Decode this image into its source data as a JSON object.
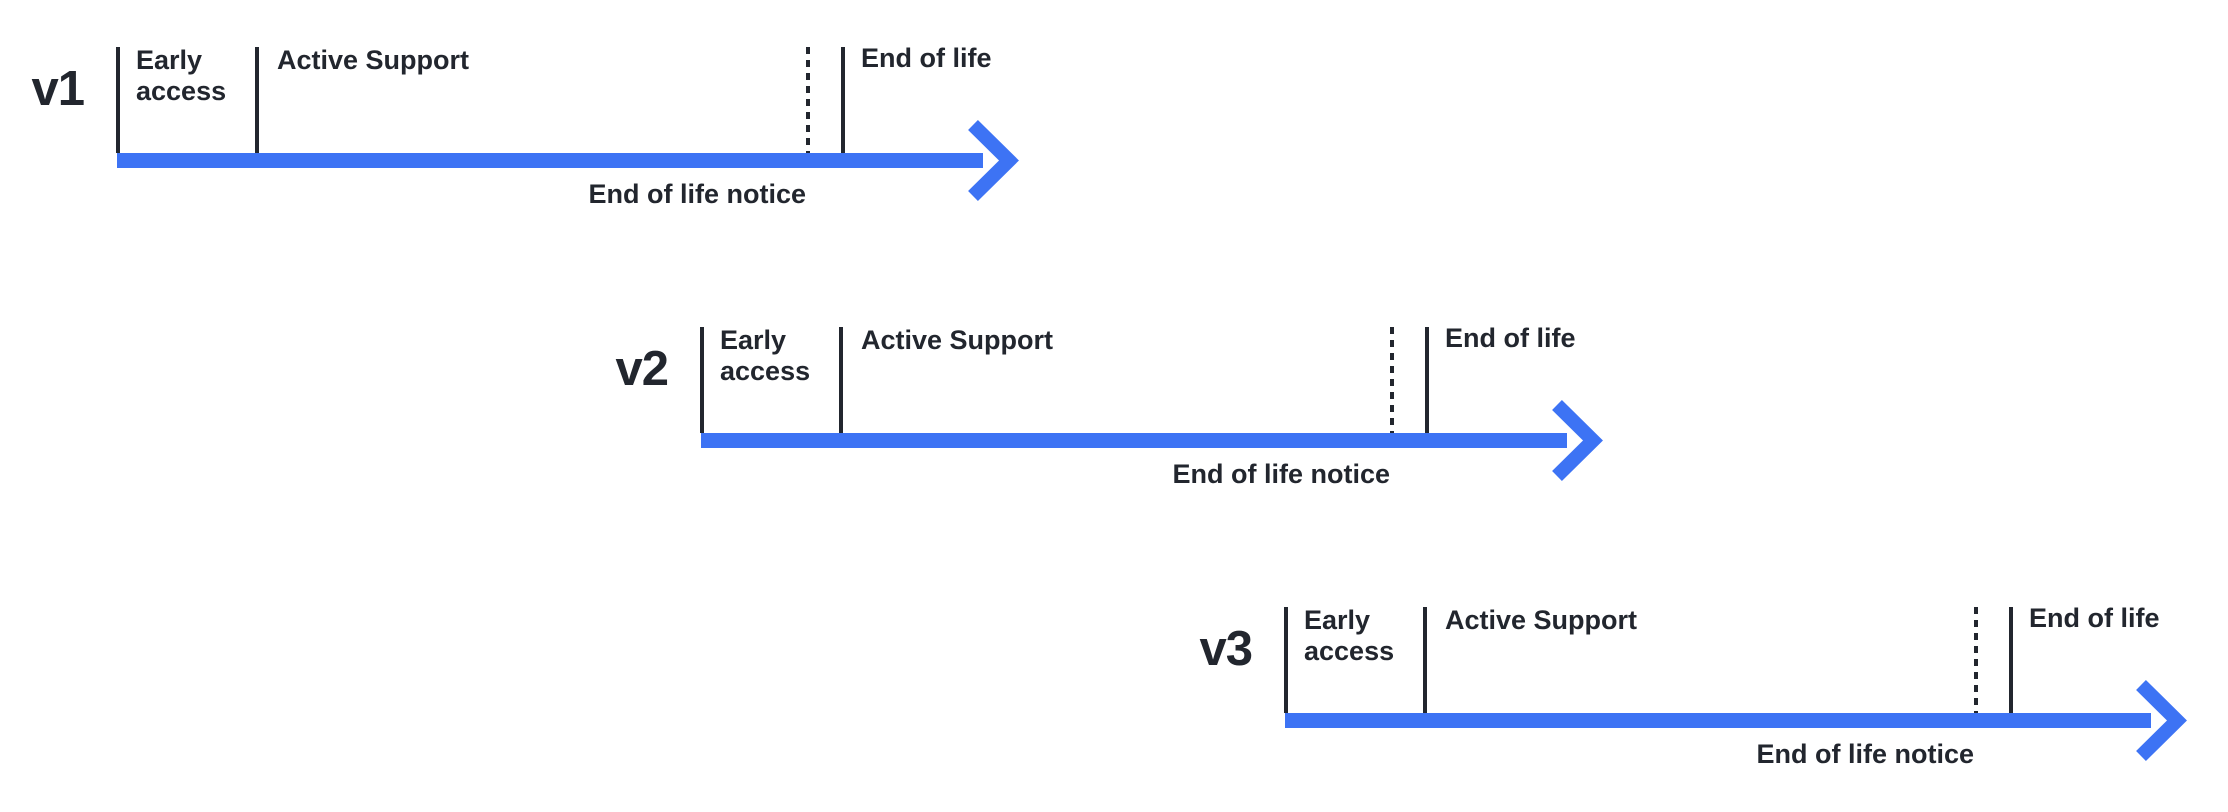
{
  "diagram": {
    "type": "version-lifecycle-timelines",
    "background_color": "#FFFFFF",
    "accent_color": "#3D73F4",
    "ink_color": "#22262E",
    "rows": [
      {
        "version": "v1",
        "early_access_label": "Early access",
        "active_support_label": "Active Support",
        "end_of_life_label": "End of life",
        "end_of_life_notice_label": "End of life notice"
      },
      {
        "version": "v2",
        "early_access_label": "Early access",
        "active_support_label": "Active Support",
        "end_of_life_label": "End of life",
        "end_of_life_notice_label": "End of life notice"
      },
      {
        "version": "v3",
        "early_access_label": "Early access",
        "active_support_label": "Active Support",
        "end_of_life_label": "End of life",
        "end_of_life_notice_label": "End of life notice"
      }
    ]
  }
}
